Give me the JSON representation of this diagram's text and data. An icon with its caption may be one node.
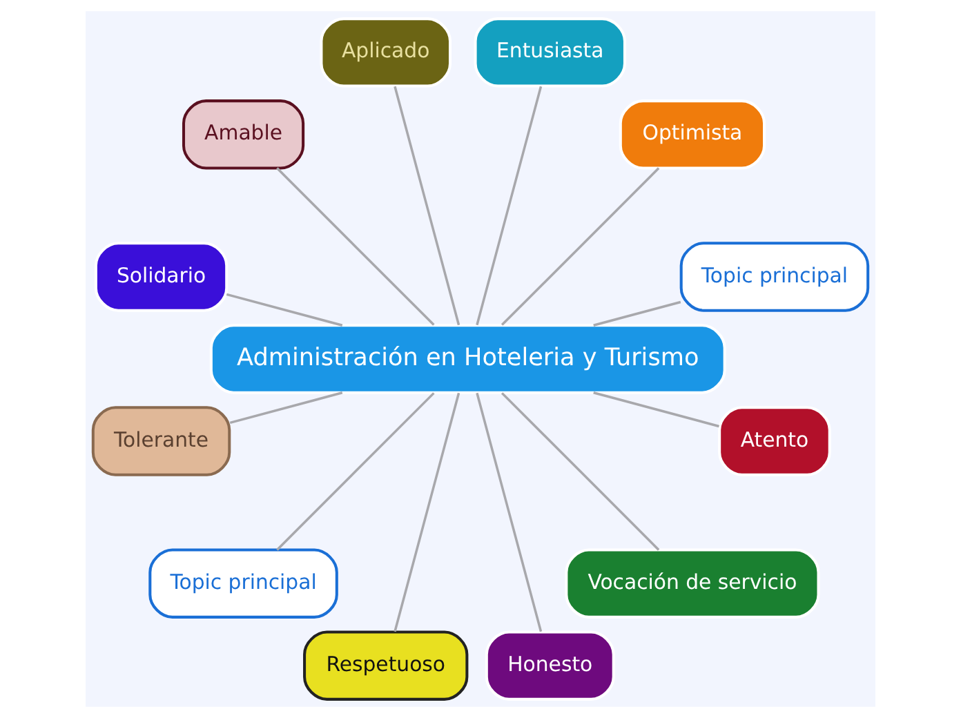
{
  "diagram": {
    "nodes": [
      {
        "text": [
          "Administración en Hoteleria y Turismo"
        ]
      },
      {
        "text": [
          "Topic principal"
        ]
      },
      {
        "text": [
          "Optimista"
        ]
      },
      {
        "text": [
          "Entusiasta"
        ]
      },
      {
        "text": [
          "Aplicado"
        ]
      },
      {
        "text": [
          "Amable"
        ]
      },
      {
        "text": [
          "Solidario"
        ]
      },
      {
        "text": [
          "Tolerante"
        ]
      },
      {
        "text": [
          "Topic principal"
        ]
      },
      {
        "text": [
          "Respetuoso"
        ]
      },
      {
        "text": [
          "Honesto"
        ]
      },
      {
        "text": [
          "Vocación de servicio"
        ]
      },
      {
        "text": [
          "Atento"
        ]
      }
    ],
    "edges": [
      {
        "from": 0,
        "to": 1,
        "arrow": "none"
      },
      {
        "from": 0,
        "to": 3,
        "arrow": "none"
      },
      {
        "from": 0,
        "to": 5,
        "arrow": "none"
      },
      {
        "from": 0,
        "to": 7,
        "arrow": "none"
      },
      {
        "from": 0,
        "to": 9,
        "arrow": "none"
      },
      {
        "from": 0,
        "to": 11,
        "arrow": "none"
      },
      {
        "from": 0,
        "to": 12,
        "arrow": "none"
      },
      {
        "from": 0,
        "to": 10,
        "arrow": "none"
      },
      {
        "from": 0,
        "to": 8,
        "arrow": "none"
      },
      {
        "from": 0,
        "to": 6,
        "arrow": "none"
      },
      {
        "from": 0,
        "to": 4,
        "arrow": "none"
      },
      {
        "from": 0,
        "to": 2,
        "arrow": "none"
      }
    ]
  }
}
